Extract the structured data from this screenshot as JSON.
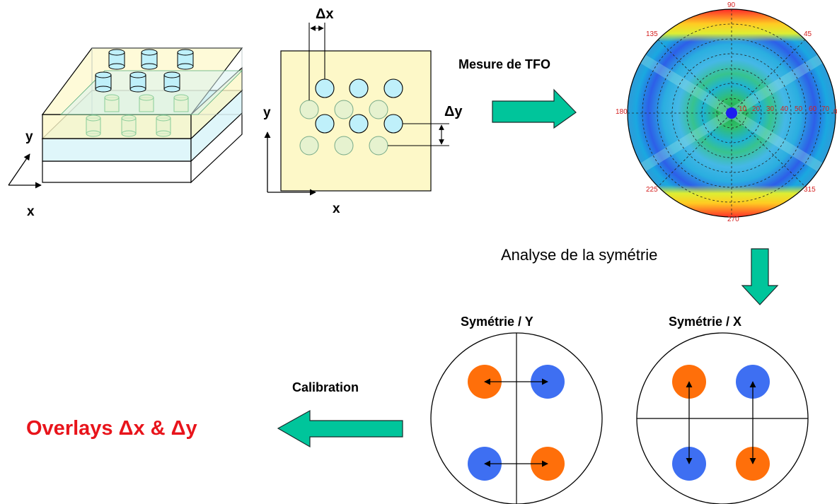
{
  "stack": {
    "axis_x": "x",
    "axis_y": "y"
  },
  "grid_view": {
    "delta_x": "Δx",
    "delta_y": "Δy",
    "axis_x": "x",
    "axis_y": "y"
  },
  "measure_label": "Mesure de TFO",
  "polar": {
    "angles": [
      "90",
      "45",
      "135",
      "180",
      "225",
      "270",
      "315",
      "0"
    ],
    "radial_ticks": [
      "10",
      "20",
      "30",
      "40",
      "50",
      "60",
      "70"
    ]
  },
  "analysis_label": "Analyse de la symétrie",
  "sym_y": {
    "title": "Symétrie / Y"
  },
  "sym_x": {
    "title": "Symétrie / X"
  },
  "calibration_label": "Calibration",
  "result_label": "Overlays Δx & Δy",
  "colors": {
    "orange": "#ff6f0a",
    "blue": "#3e6ff2",
    "arrow_fill": "#00c59b",
    "result_red": "#e8141b",
    "polar_red": "#d42020",
    "layer_yellow": "#fdf8c8",
    "layer_blue": "#dff6fa"
  }
}
